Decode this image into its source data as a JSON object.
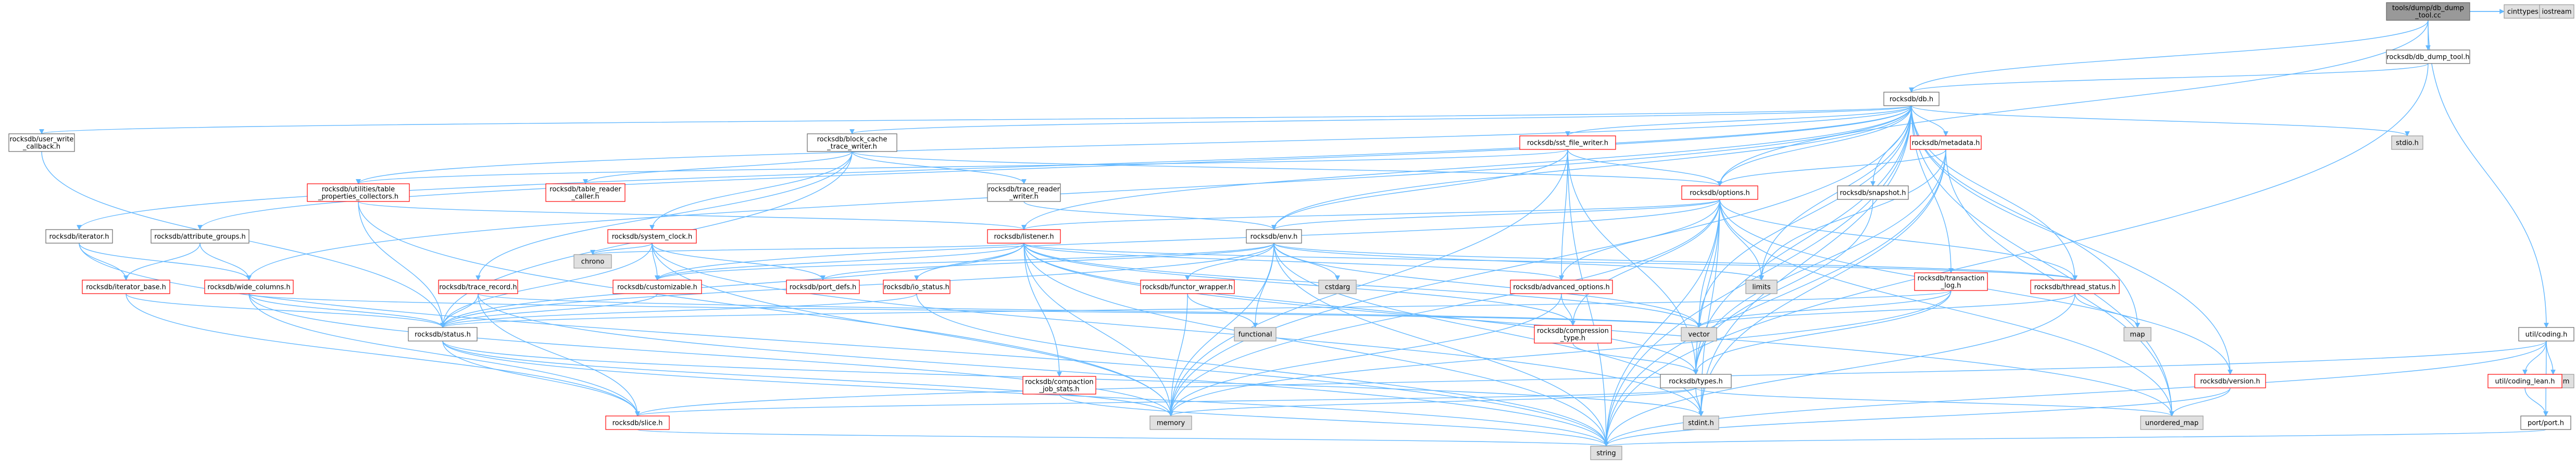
{
  "colors": {
    "edge": "#63b8ff",
    "root_fill": "#999999",
    "root_stroke": "#666666",
    "normal_fill": "#ffffff",
    "normal_stroke": "#666666",
    "expandable_stroke": "#ff0000",
    "system_fill": "#e0e0e0",
    "system_stroke": "#999999",
    "text": "#000000"
  },
  "nodes": [
    {
      "id": "root",
      "kind": "root",
      "lines": [
        "tools/dump/db_dump",
        "_tool.cc"
      ]
    },
    {
      "id": "cinttypes",
      "kind": "system",
      "lines": [
        "cinttypes"
      ]
    },
    {
      "id": "iostream",
      "kind": "system",
      "lines": [
        "iostream"
      ]
    },
    {
      "id": "db_dump_tool",
      "kind": "normal",
      "lines": [
        "rocksdb/db_dump_tool.h"
      ]
    },
    {
      "id": "db",
      "kind": "normal",
      "lines": [
        "rocksdb/db.h"
      ]
    },
    {
      "id": "coding",
      "kind": "normal",
      "lines": [
        "util/coding.h"
      ]
    },
    {
      "id": "user_write_callback",
      "kind": "normal",
      "lines": [
        "rocksdb/user_write",
        "_callback.h"
      ]
    },
    {
      "id": "block_cache_trace",
      "kind": "normal",
      "lines": [
        "rocksdb/block_cache",
        "_trace_writer.h"
      ]
    },
    {
      "id": "sst_file_writer",
      "kind": "expandable",
      "lines": [
        "rocksdb/sst_file_writer.h"
      ]
    },
    {
      "id": "metadata",
      "kind": "expandable",
      "lines": [
        "rocksdb/metadata.h"
      ]
    },
    {
      "id": "stdio",
      "kind": "system",
      "lines": [
        "stdio.h"
      ]
    },
    {
      "id": "iterator",
      "kind": "normal",
      "lines": [
        "rocksdb/iterator.h"
      ]
    },
    {
      "id": "attribute_groups",
      "kind": "normal",
      "lines": [
        "rocksdb/attribute_groups.h"
      ]
    },
    {
      "id": "table_properties_collectors",
      "kind": "expandable",
      "lines": [
        "rocksdb/utilities/table",
        "_properties_collectors.h"
      ]
    },
    {
      "id": "table_reader_caller",
      "kind": "expandable",
      "lines": [
        "rocksdb/table_reader",
        "_caller.h"
      ]
    },
    {
      "id": "trace_reader_writer",
      "kind": "normal",
      "lines": [
        "rocksdb/trace_reader",
        "_writer.h"
      ]
    },
    {
      "id": "options",
      "kind": "expandable",
      "lines": [
        "rocksdb/options.h"
      ]
    },
    {
      "id": "snapshot",
      "kind": "normal",
      "lines": [
        "rocksdb/snapshot.h"
      ]
    },
    {
      "id": "listener",
      "kind": "expandable",
      "lines": [
        "rocksdb/listener.h"
      ]
    },
    {
      "id": "env",
      "kind": "normal",
      "lines": [
        "rocksdb/env.h"
      ]
    },
    {
      "id": "system_clock",
      "kind": "expandable",
      "lines": [
        "rocksdb/system_clock.h"
      ]
    },
    {
      "id": "iterator_base",
      "kind": "expandable",
      "lines": [
        "rocksdb/iterator_base.h"
      ]
    },
    {
      "id": "wide_columns",
      "kind": "expandable",
      "lines": [
        "rocksdb/wide_columns.h"
      ]
    },
    {
      "id": "trace_record",
      "kind": "expandable",
      "lines": [
        "rocksdb/trace_record.h"
      ]
    },
    {
      "id": "chrono",
      "kind": "system",
      "lines": [
        "chrono"
      ]
    },
    {
      "id": "customizable",
      "kind": "expandable",
      "lines": [
        "rocksdb/customizable.h"
      ]
    },
    {
      "id": "port_defs",
      "kind": "expandable",
      "lines": [
        "rocksdb/port_defs.h"
      ]
    },
    {
      "id": "io_status",
      "kind": "expandable",
      "lines": [
        "rocksdb/io_status.h"
      ]
    },
    {
      "id": "function_wrapper",
      "kind": "expandable",
      "lines": [
        "rocksdb/functor_wrapper.h"
      ]
    },
    {
      "id": "cstdarg",
      "kind": "system",
      "lines": [
        "cstdarg"
      ]
    },
    {
      "id": "advanced_options",
      "kind": "expandable",
      "lines": [
        "rocksdb/advanced_options.h"
      ]
    },
    {
      "id": "limits",
      "kind": "system",
      "lines": [
        "limits"
      ]
    },
    {
      "id": "transaction_log",
      "kind": "expandable",
      "lines": [
        "rocksdb/transaction",
        "_log.h"
      ]
    },
    {
      "id": "thread_status",
      "kind": "expandable",
      "lines": [
        "rocksdb/thread_status.h"
      ]
    },
    {
      "id": "status",
      "kind": "normal",
      "lines": [
        "rocksdb/status.h"
      ]
    },
    {
      "id": "functional",
      "kind": "system",
      "lines": [
        "functional"
      ]
    },
    {
      "id": "vector",
      "kind": "system",
      "lines": [
        "vector"
      ]
    },
    {
      "id": "compression_type",
      "kind": "expandable",
      "lines": [
        "rocksdb/compression",
        "_type.h"
      ]
    },
    {
      "id": "map",
      "kind": "system",
      "lines": [
        "map"
      ]
    },
    {
      "id": "algorithm",
      "kind": "system",
      "lines": [
        "algorithm"
      ]
    },
    {
      "id": "coding_lean",
      "kind": "expandable",
      "lines": [
        "util/coding_lean.h"
      ]
    },
    {
      "id": "compaction_job_stats",
      "kind": "expandable",
      "lines": [
        "rocksdb/compaction",
        "_job_stats.h"
      ]
    },
    {
      "id": "types",
      "kind": "normal",
      "lines": [
        "rocksdb/types.h"
      ]
    },
    {
      "id": "version",
      "kind": "expandable",
      "lines": [
        "rocksdb/version.h"
      ]
    },
    {
      "id": "slice",
      "kind": "expandable",
      "lines": [
        "rocksdb/slice.h"
      ]
    },
    {
      "id": "memory",
      "kind": "system",
      "lines": [
        "memory"
      ]
    },
    {
      "id": "stdint",
      "kind": "system",
      "lines": [
        "stdint.h"
      ]
    },
    {
      "id": "unordered_map",
      "kind": "system",
      "lines": [
        "unordered_map"
      ]
    },
    {
      "id": "port",
      "kind": "normal",
      "lines": [
        "port/port.h"
      ]
    },
    {
      "id": "string",
      "kind": "system",
      "lines": [
        "string"
      ]
    }
  ],
  "edges": [
    [
      "root",
      "cinttypes"
    ],
    [
      "root",
      "iostream"
    ],
    [
      "root",
      "db_dump_tool"
    ],
    [
      "root",
      "db"
    ],
    [
      "root",
      "coding"
    ],
    [
      "root",
      "options"
    ],
    [
      "db_dump_tool",
      "db"
    ],
    [
      "db_dump_tool",
      "string"
    ],
    [
      "db",
      "user_write_callback"
    ],
    [
      "db",
      "block_cache_trace"
    ],
    [
      "db",
      "sst_file_writer"
    ],
    [
      "db",
      "metadata"
    ],
    [
      "db",
      "stdio"
    ],
    [
      "db",
      "iterator"
    ],
    [
      "db",
      "attribute_groups"
    ],
    [
      "db",
      "table_properties_collectors"
    ],
    [
      "db",
      "options"
    ],
    [
      "db",
      "snapshot"
    ],
    [
      "db",
      "listener"
    ],
    [
      "db",
      "env"
    ],
    [
      "db",
      "wide_columns"
    ],
    [
      "db",
      "transaction_log"
    ],
    [
      "db",
      "thread_status"
    ],
    [
      "db",
      "types"
    ],
    [
      "db",
      "version"
    ],
    [
      "db",
      "map"
    ],
    [
      "db",
      "memory"
    ],
    [
      "db",
      "stdint"
    ],
    [
      "db",
      "unordered_map"
    ],
    [
      "db",
      "string"
    ],
    [
      "db",
      "vector"
    ],
    [
      "db",
      "limits"
    ],
    [
      "user_write_callback",
      "status"
    ],
    [
      "block_cache_trace",
      "table_reader_caller"
    ],
    [
      "block_cache_trace",
      "trace_reader_writer"
    ],
    [
      "block_cache_trace",
      "options"
    ],
    [
      "block_cache_trace",
      "system_clock"
    ],
    [
      "block_cache_trace",
      "trace_record"
    ],
    [
      "block_cache_trace",
      "status"
    ],
    [
      "sst_file_writer",
      "options"
    ],
    [
      "sst_file_writer",
      "env"
    ],
    [
      "sst_file_writer",
      "types"
    ],
    [
      "sst_file_writer",
      "memory"
    ],
    [
      "sst_file_writer",
      "string"
    ],
    [
      "sst_file_writer",
      "advanced_options"
    ],
    [
      "sst_file_writer",
      "table_properties_collectors"
    ],
    [
      "metadata",
      "options"
    ],
    [
      "metadata",
      "types"
    ],
    [
      "metadata",
      "limits"
    ],
    [
      "metadata",
      "string"
    ],
    [
      "metadata",
      "unordered_map"
    ],
    [
      "metadata",
      "stdint"
    ],
    [
      "iterator",
      "iterator_base"
    ],
    [
      "iterator",
      "wide_columns"
    ],
    [
      "iterator",
      "string"
    ],
    [
      "attribute_groups",
      "wide_columns"
    ],
    [
      "attribute_groups",
      "iterator_base"
    ],
    [
      "table_properties_collectors",
      "status"
    ],
    [
      "table_properties_collectors",
      "memory"
    ],
    [
      "table_properties_collectors",
      "listener"
    ],
    [
      "trace_reader_writer",
      "env"
    ],
    [
      "options",
      "listener"
    ],
    [
      "options",
      "env"
    ],
    [
      "options",
      "advanced_options"
    ],
    [
      "options",
      "customizable"
    ],
    [
      "options",
      "types"
    ],
    [
      "options",
      "limits"
    ],
    [
      "options",
      "vector"
    ],
    [
      "options",
      "memory"
    ],
    [
      "options",
      "string"
    ],
    [
      "options",
      "unordered_map"
    ],
    [
      "options",
      "compression_type"
    ],
    [
      "options",
      "thread_status"
    ],
    [
      "options",
      "version"
    ],
    [
      "options",
      "stdint"
    ],
    [
      "snapshot",
      "types"
    ],
    [
      "listener",
      "status"
    ],
    [
      "listener",
      "customizable"
    ],
    [
      "listener",
      "io_status"
    ],
    [
      "listener",
      "compaction_job_stats"
    ],
    [
      "listener",
      "types"
    ],
    [
      "listener",
      "advanced_options"
    ],
    [
      "listener",
      "compression_type"
    ],
    [
      "listener",
      "thread_status"
    ],
    [
      "listener",
      "chrono"
    ],
    [
      "listener",
      "memory"
    ],
    [
      "listener",
      "string"
    ],
    [
      "listener",
      "vector"
    ],
    [
      "listener",
      "unordered_map"
    ],
    [
      "env",
      "customizable"
    ],
    [
      "env",
      "port_defs"
    ],
    [
      "env",
      "function_wrapper"
    ],
    [
      "env",
      "status"
    ],
    [
      "env",
      "thread_status"
    ],
    [
      "env",
      "cstdarg"
    ],
    [
      "env",
      "functional"
    ],
    [
      "env",
      "limits"
    ],
    [
      "env",
      "memory"
    ],
    [
      "env",
      "string"
    ],
    [
      "env",
      "vector"
    ],
    [
      "env",
      "stdint"
    ],
    [
      "system_clock",
      "customizable"
    ],
    [
      "system_clock",
      "port_defs"
    ],
    [
      "system_clock",
      "status"
    ],
    [
      "system_clock",
      "chrono"
    ],
    [
      "system_clock",
      "memory"
    ],
    [
      "system_clock",
      "stdint"
    ],
    [
      "iterator_base",
      "status"
    ],
    [
      "iterator_base",
      "slice"
    ],
    [
      "wide_columns",
      "status"
    ],
    [
      "wide_columns",
      "slice"
    ],
    [
      "wide_columns",
      "vector"
    ],
    [
      "wide_columns",
      "memory"
    ],
    [
      "trace_record",
      "status"
    ],
    [
      "trace_record",
      "slice"
    ],
    [
      "trace_record",
      "string"
    ],
    [
      "trace_record",
      "vector"
    ],
    [
      "customizable",
      "status"
    ],
    [
      "io_status",
      "status"
    ],
    [
      "io_status",
      "string"
    ],
    [
      "function_wrapper",
      "functional"
    ],
    [
      "function_wrapper",
      "memory"
    ],
    [
      "advanced_options",
      "compression_type"
    ],
    [
      "advanced_options",
      "memory"
    ],
    [
      "transaction_log",
      "status"
    ],
    [
      "transaction_log",
      "types"
    ],
    [
      "transaction_log",
      "memory"
    ],
    [
      "transaction_log",
      "vector"
    ],
    [
      "thread_status",
      "map"
    ],
    [
      "thread_status",
      "string"
    ],
    [
      "thread_status",
      "vector"
    ],
    [
      "status",
      "slice"
    ],
    [
      "status",
      "memory"
    ],
    [
      "status",
      "string"
    ],
    [
      "status",
      "stdint"
    ],
    [
      "compression_type",
      "types"
    ],
    [
      "types",
      "slice"
    ],
    [
      "types",
      "memory"
    ],
    [
      "types",
      "stdint"
    ],
    [
      "types",
      "unordered_map"
    ],
    [
      "compaction_job_stats",
      "string"
    ],
    [
      "version",
      "string"
    ],
    [
      "version",
      "unordered_map"
    ],
    [
      "slice",
      "string"
    ],
    [
      "coding",
      "algorithm"
    ],
    [
      "coding",
      "coding_lean"
    ],
    [
      "coding",
      "port"
    ],
    [
      "coding",
      "slice"
    ],
    [
      "coding",
      "string"
    ],
    [
      "coding_lean",
      "port"
    ],
    [
      "port",
      "string"
    ]
  ]
}
